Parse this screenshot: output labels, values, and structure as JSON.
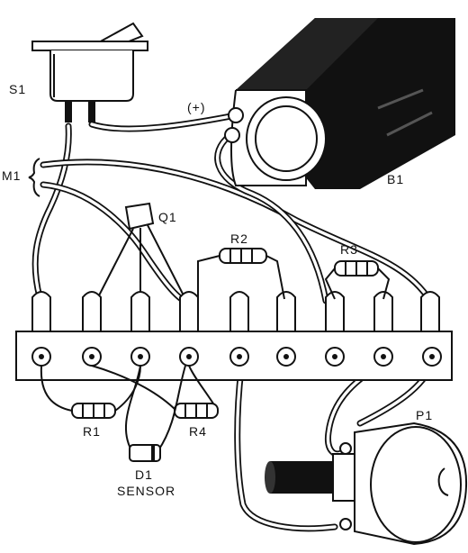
{
  "labels": {
    "s1": "S1",
    "m1": "M1",
    "q1": "Q1",
    "r1": "R1",
    "r2": "R2",
    "r3": "R3",
    "r4": "R4",
    "b1": "B1",
    "p1": "P1",
    "d1": "D1",
    "sensor": "SENSOR",
    "plus": "(+)"
  }
}
